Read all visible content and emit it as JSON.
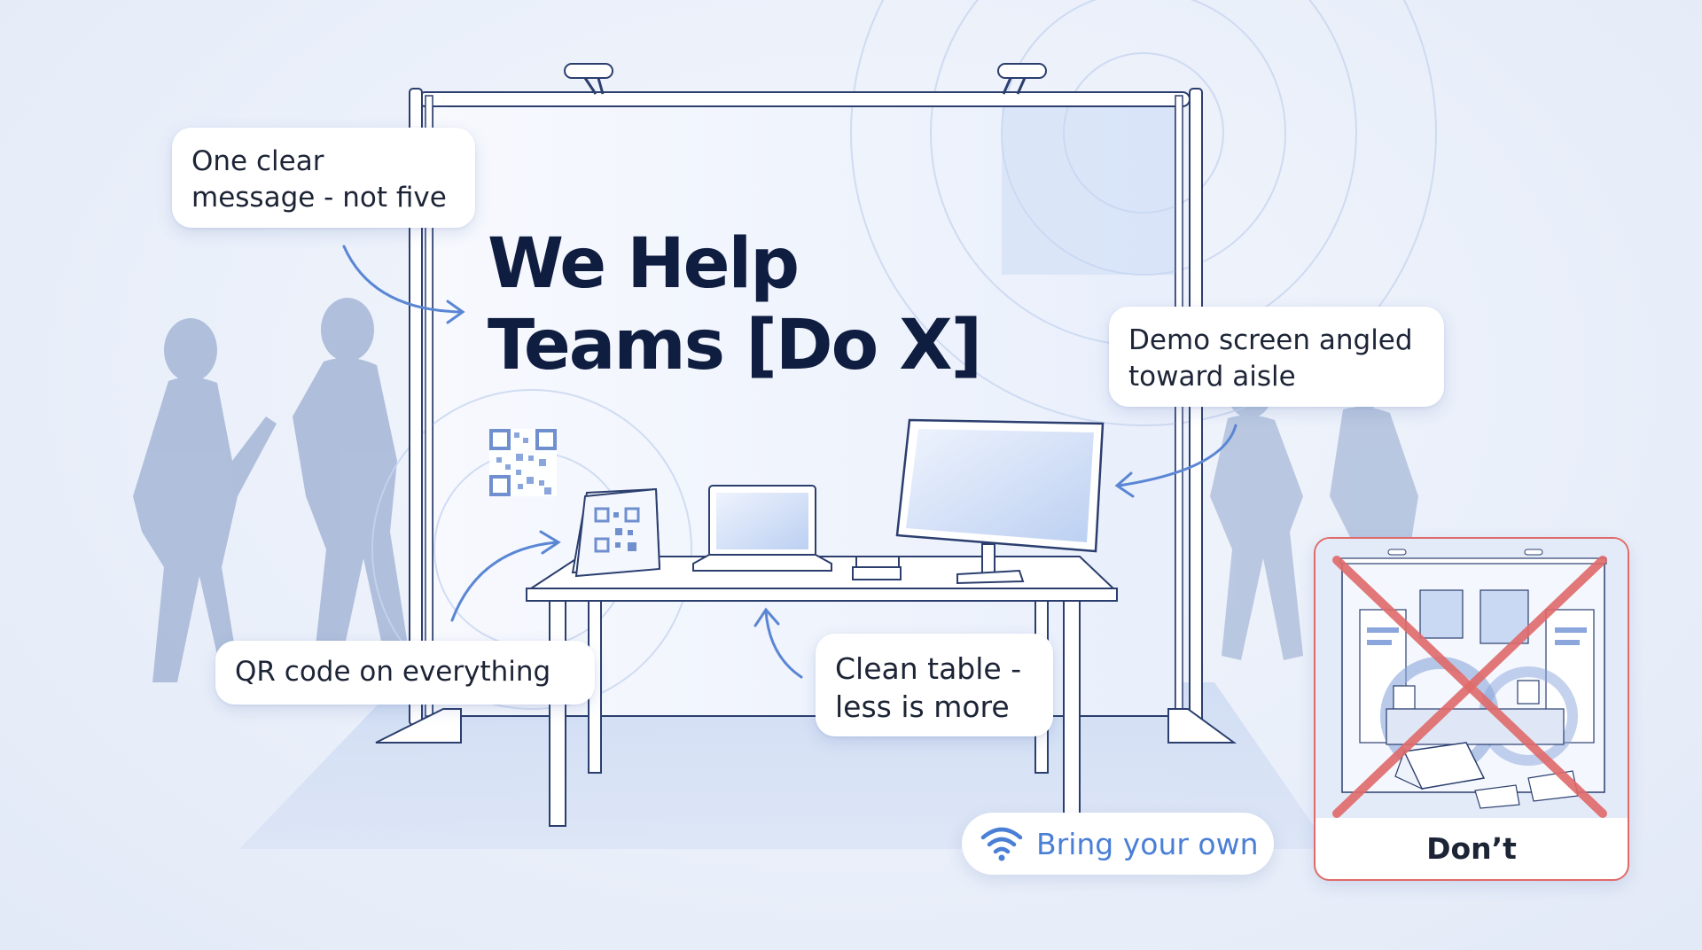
{
  "headline": {
    "line1": "We Help",
    "line2": "Teams [Do X]"
  },
  "callouts": {
    "message": {
      "line1": "One clear",
      "line2": "message - not five"
    },
    "demo": {
      "line1": "Demo screen angled",
      "line2": "toward aisle"
    },
    "qr": {
      "text": "QR code on everything"
    },
    "table": {
      "line1": "Clean table -",
      "line2": "less is more"
    }
  },
  "wifi_pill": {
    "icon": "wifi-icon",
    "label": "Bring your own"
  },
  "dont_card": {
    "label": "Don’t",
    "mark": "red-x"
  },
  "colors": {
    "accent": "#4a7fd6",
    "headline": "#0f1d40",
    "outline": "#2b3e6e",
    "warning": "#e06a6a",
    "silhouette": "#a4b6d6"
  }
}
